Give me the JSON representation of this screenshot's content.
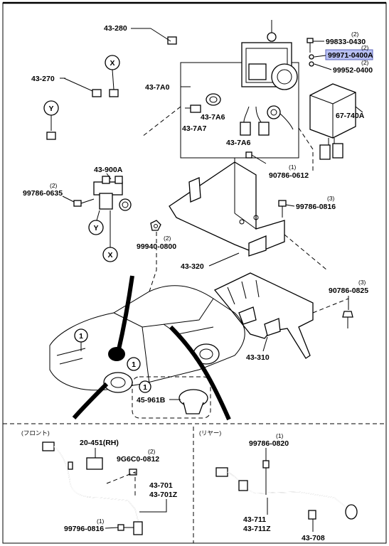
{
  "parts": {
    "p43_280": "43-280",
    "p43_270": "43-270",
    "p43_7A0": "43-7A0",
    "p43_7A6a": "43-7A6",
    "p43_7A7": "43-7A7",
    "p43_7A6b": "43-7A6",
    "p99833": "99833-0430",
    "p99833_qty": "(2)",
    "p99971": "99971-0400A",
    "p99971_qty": "(2)",
    "p99952": "99952-0400",
    "p99952_qty": "(2)",
    "p67_740A": "67-740A",
    "p90786_0612": "90786-0612",
    "p90786_0612_qty": "(1)",
    "p43_900A": "43-900A",
    "p99786_0635": "99786-0635",
    "p99786_0635_qty": "(2)",
    "p99786_0816": "99786-0816",
    "p99786_0816_qty": "(3)",
    "p99940": "99940-0800",
    "p99940_qty": "(2)",
    "p43_320": "43-320",
    "p90786_0825": "90786-0825",
    "p90786_0825_qty": "(3)",
    "p43_310": "43-310",
    "p45_961B": "45-961B",
    "p20_451": "20-451(RH)",
    "p9G6C0": "9G6C0-0812",
    "p9G6C0_qty": "(2)",
    "p43_701": "43-701",
    "p43_701Z": "43-701Z",
    "p99796": "99796-0816",
    "p99796_qty": "(1)",
    "p99786_0820": "99786-0820",
    "p99786_0820_qty": "(1)",
    "p43_711": "43-711",
    "p43_711Z": "43-711Z",
    "p43_708": "43-708"
  },
  "callouts": {
    "X": "X",
    "Y": "Y",
    "one": "1"
  },
  "sections": {
    "front": "(フロント)",
    "rear": "(リヤー)"
  },
  "colors": {
    "highlight": "#b8c0f2",
    "line": "#000000"
  }
}
